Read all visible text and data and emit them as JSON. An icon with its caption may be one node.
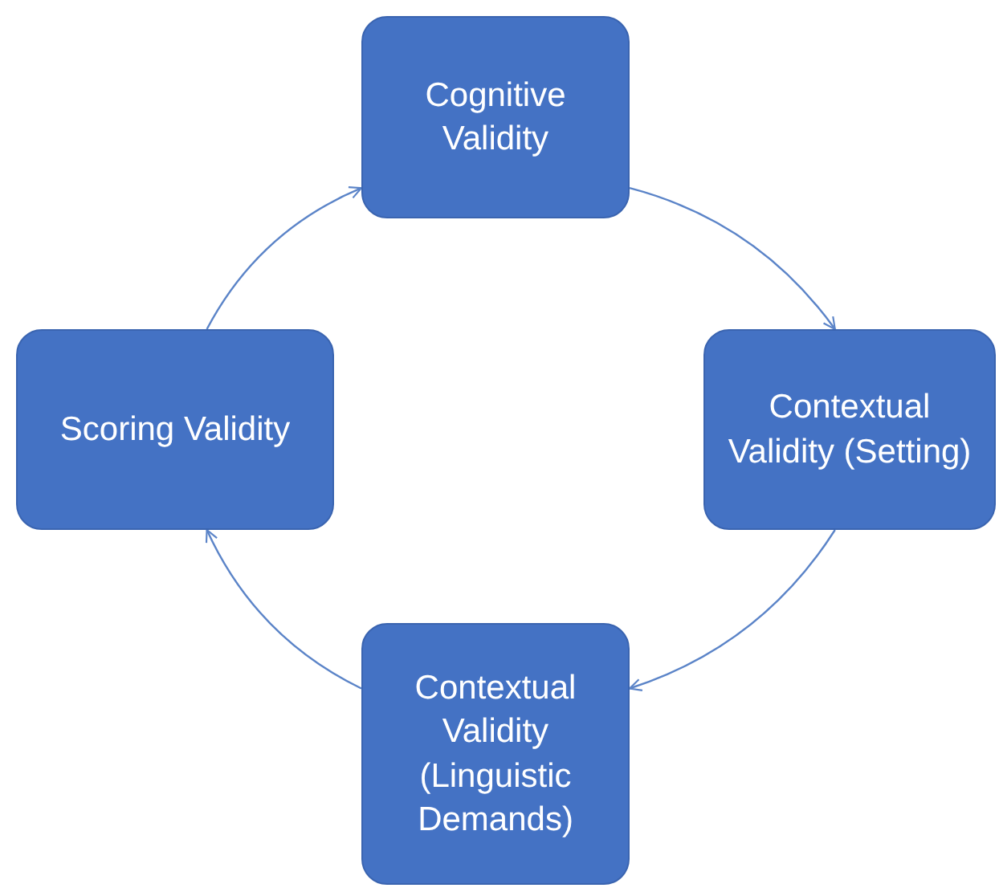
{
  "diagram": {
    "nodes": [
      {
        "text": [
          "Cognitive Validity"
        ]
      },
      {
        "text": [
          "Contextual Validity (Setting)"
        ]
      },
      {
        "text": [
          "Contextual Validity (Linguistic Demands)"
        ]
      },
      {
        "text": [
          "Scoring Validity"
        ]
      }
    ],
    "edges": [
      {
        "from": 0,
        "to": 1,
        "arrow": "to"
      },
      {
        "from": 1,
        "to": 2,
        "arrow": "to"
      },
      {
        "from": 2,
        "to": 3,
        "arrow": "to"
      },
      {
        "from": 3,
        "to": 0,
        "arrow": "to"
      }
    ]
  }
}
